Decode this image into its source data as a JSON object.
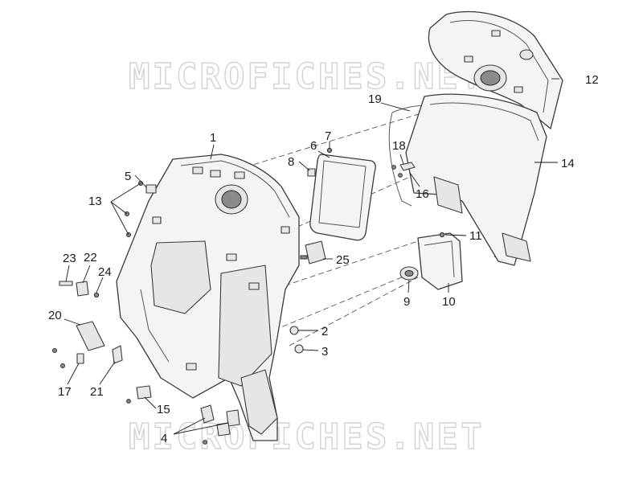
{
  "watermark": {
    "top": "MICROFICHES.NET",
    "bottom": "MICROFICHES.NET"
  },
  "callouts": [
    {
      "id": "c1",
      "label": "1"
    },
    {
      "id": "c2",
      "label": "2"
    },
    {
      "id": "c3",
      "label": "3"
    },
    {
      "id": "c4",
      "label": "4"
    },
    {
      "id": "c5",
      "label": "5"
    },
    {
      "id": "c6",
      "label": "6"
    },
    {
      "id": "c7",
      "label": "7"
    },
    {
      "id": "c8",
      "label": "8"
    },
    {
      "id": "c9",
      "label": "9"
    },
    {
      "id": "c10",
      "label": "10"
    },
    {
      "id": "c11",
      "label": "11"
    },
    {
      "id": "c12",
      "label": "12"
    },
    {
      "id": "c13",
      "label": "13"
    },
    {
      "id": "c14",
      "label": "14"
    },
    {
      "id": "c15",
      "label": "15"
    },
    {
      "id": "c16",
      "label": "16"
    },
    {
      "id": "c17",
      "label": "17"
    },
    {
      "id": "c18",
      "label": "18"
    },
    {
      "id": "c19",
      "label": "19"
    },
    {
      "id": "c20",
      "label": "20"
    },
    {
      "id": "c21",
      "label": "21"
    },
    {
      "id": "c22",
      "label": "22"
    },
    {
      "id": "c23",
      "label": "23"
    },
    {
      "id": "c24",
      "label": "24"
    },
    {
      "id": "c25",
      "label": "25"
    }
  ]
}
